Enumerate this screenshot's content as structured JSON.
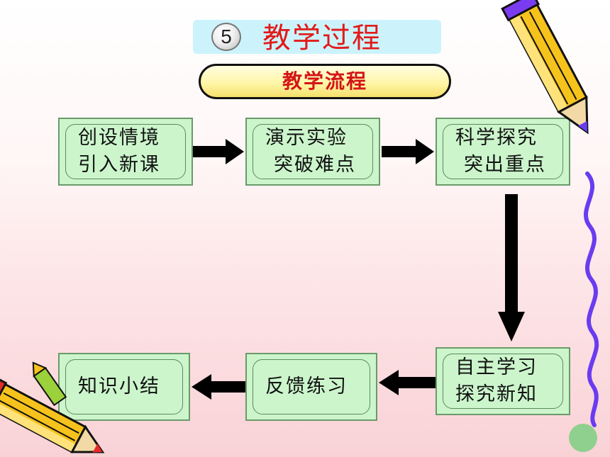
{
  "header": {
    "number": "5",
    "title": "教学过程",
    "subtitle": "教学流程"
  },
  "nodes": [
    {
      "line1": "创设情境",
      "line2": "引入新课"
    },
    {
      "line1": "演示实验",
      "line2": "突破难点"
    },
    {
      "line1": "科学探究",
      "line2": "突出重点"
    },
    {
      "line1": "自主学习",
      "line2": "探究新知"
    },
    {
      "line1": "反馈练习"
    },
    {
      "line1": "知识小结"
    }
  ],
  "colors": {
    "title_red": "#e21a1a",
    "title_bar": "#ccf3fb",
    "pill_yellow": "#fff6a8",
    "node_fill": "#ccf5cc",
    "arrow": "#000000",
    "squiggle": "#6a3cf0",
    "green_dot": "#8fd08f"
  },
  "decorations": {
    "icons": [
      "pencil-icon",
      "pencil-icon",
      "squiggle-line",
      "green-dot"
    ]
  }
}
